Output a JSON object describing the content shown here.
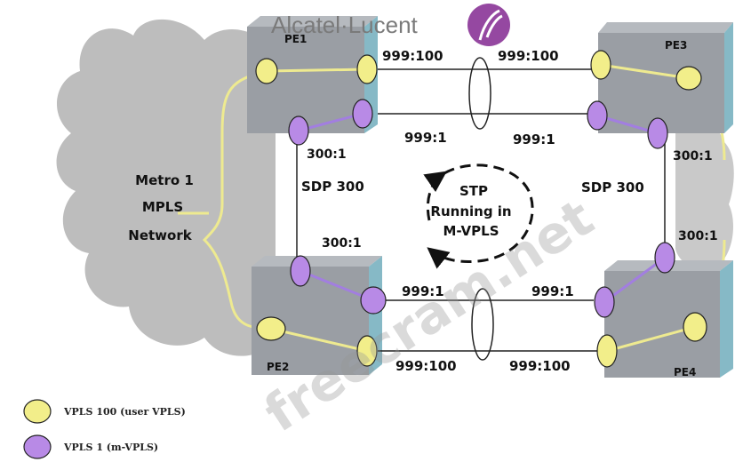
{
  "brand": {
    "name": "Alcatel·Lucent",
    "color": "#7a1a8a"
  },
  "cloud_left": {
    "lines": [
      "Metro 1",
      "MPLS",
      "Network"
    ]
  },
  "nodes": {
    "pe1": "PE1",
    "pe2": "PE2",
    "pe3": "PE3",
    "pe4": "PE4"
  },
  "sdp_labels": {
    "pe1_pe2_sdp_id": "300:1",
    "pe2_pe1_sdp_id": "300:1",
    "pe3_pe4_sdp_id": "300:1",
    "pe4_pe3_sdp_id": "300:1",
    "left_sdp": "SDP 300",
    "right_sdp": "SDP 300"
  },
  "link_labels": {
    "top_user_left": "999:100",
    "top_user_right": "999:100",
    "top_mvpls_left": "999:1",
    "top_mvpls_right": "999:1",
    "bottom_mvpls_left": "999:1",
    "bottom_mvpls_right": "999:1",
    "bottom_user_left": "999:100",
    "bottom_user_right": "999:100"
  },
  "stp_loop": {
    "lines": [
      "STP",
      "Running in",
      "M-VPLS"
    ]
  },
  "watermark": "freecram.net",
  "legend": [
    {
      "label": "VPLS 100 (user VPLS)",
      "color": "#f2ee8a"
    },
    {
      "label": "VPLS 1 (m-VPLS)",
      "color": "#b88ae6"
    }
  ],
  "colors": {
    "user_vpls": "#f2ee8a",
    "m_vpls": "#b88ae6",
    "yellow_line": "#eeea90",
    "purple_line": "#a27ee0",
    "box_face": "#9a9ea4",
    "box_top": "#b6babf",
    "box_side": "#86b9c6",
    "cloud": "#bdbdbd"
  }
}
